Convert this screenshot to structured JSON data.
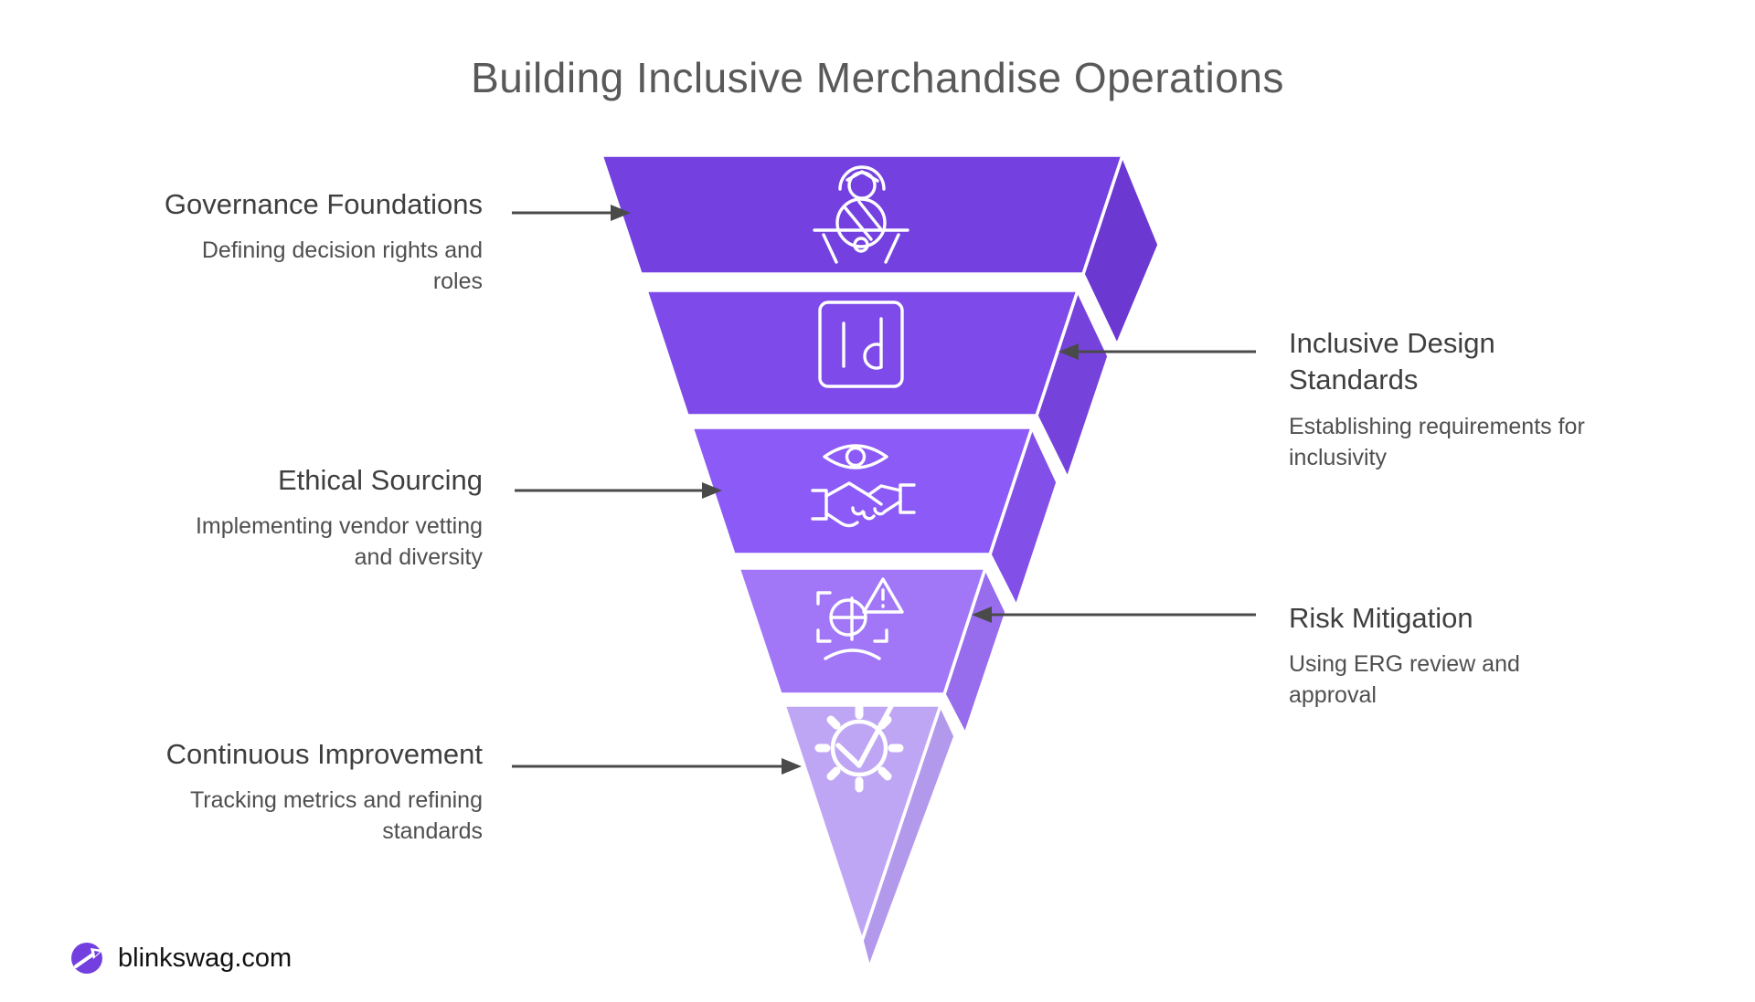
{
  "title": "Building Inclusive Merchandise Operations",
  "brand": {
    "name": "blinkswag.com",
    "accent": "#7340DF"
  },
  "arrow_color": "#4a4a4a",
  "funnel": {
    "type": "inverted-pyramid",
    "levels": [
      {
        "label": "Governance Foundations",
        "description": "Defining decision rights and\nroles",
        "side": "left",
        "color": "#7440E0",
        "flap_color": "#6B38D2",
        "icon": "presenter-podium-icon"
      },
      {
        "label": "Inclusive Design\nStandards",
        "description": "Establishing requirements for\ninclusivity",
        "side": "right",
        "color": "#7E4BEA",
        "flap_color": "#7543DC",
        "icon": "indesign-id-icon"
      },
      {
        "label": "Ethical Sourcing",
        "description": "Implementing vendor vetting\nand diversity",
        "side": "left",
        "color": "#8C5AF6",
        "flap_color": "#8250E8",
        "icon": "eye-handshake-icon"
      },
      {
        "label": "Risk Mitigation",
        "description": "Using ERG review and\napproval",
        "side": "right",
        "color": "#A177F8",
        "flap_color": "#976DEE",
        "icon": "risk-scan-warning-icon"
      },
      {
        "label": "Continuous Improvement",
        "description": "Tracking metrics and refining\nstandards",
        "side": "left",
        "color": "#BFA6F4",
        "flap_color": "#B399EC",
        "icon": "gear-check-icon"
      }
    ]
  }
}
